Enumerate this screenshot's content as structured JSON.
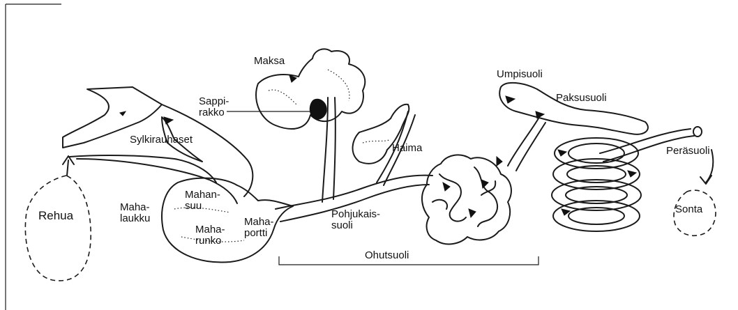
{
  "labels": {
    "rehua": "Rehua",
    "sylkirauhaset": "Sylkirauhaset",
    "maha_laukku": "Maha-\nlaukku",
    "mahan_suu": "Mahan-\nsuu",
    "maha_runko": "Maha-\nrunko",
    "maha_portti": "Maha-\nportti",
    "maksa": "Maksa",
    "sappirakko": "Sappi-\nrakko",
    "haima": "Haima",
    "pohjukaissuoli": "Pohjukais-\nsuoli",
    "ohutsuoli": "Ohutsuoli",
    "umpisuoli": "Umpisuoli",
    "paksusuoli": "Paksusuoli",
    "perasuoli": "Peräsuoli",
    "sonta": "Sonta"
  }
}
